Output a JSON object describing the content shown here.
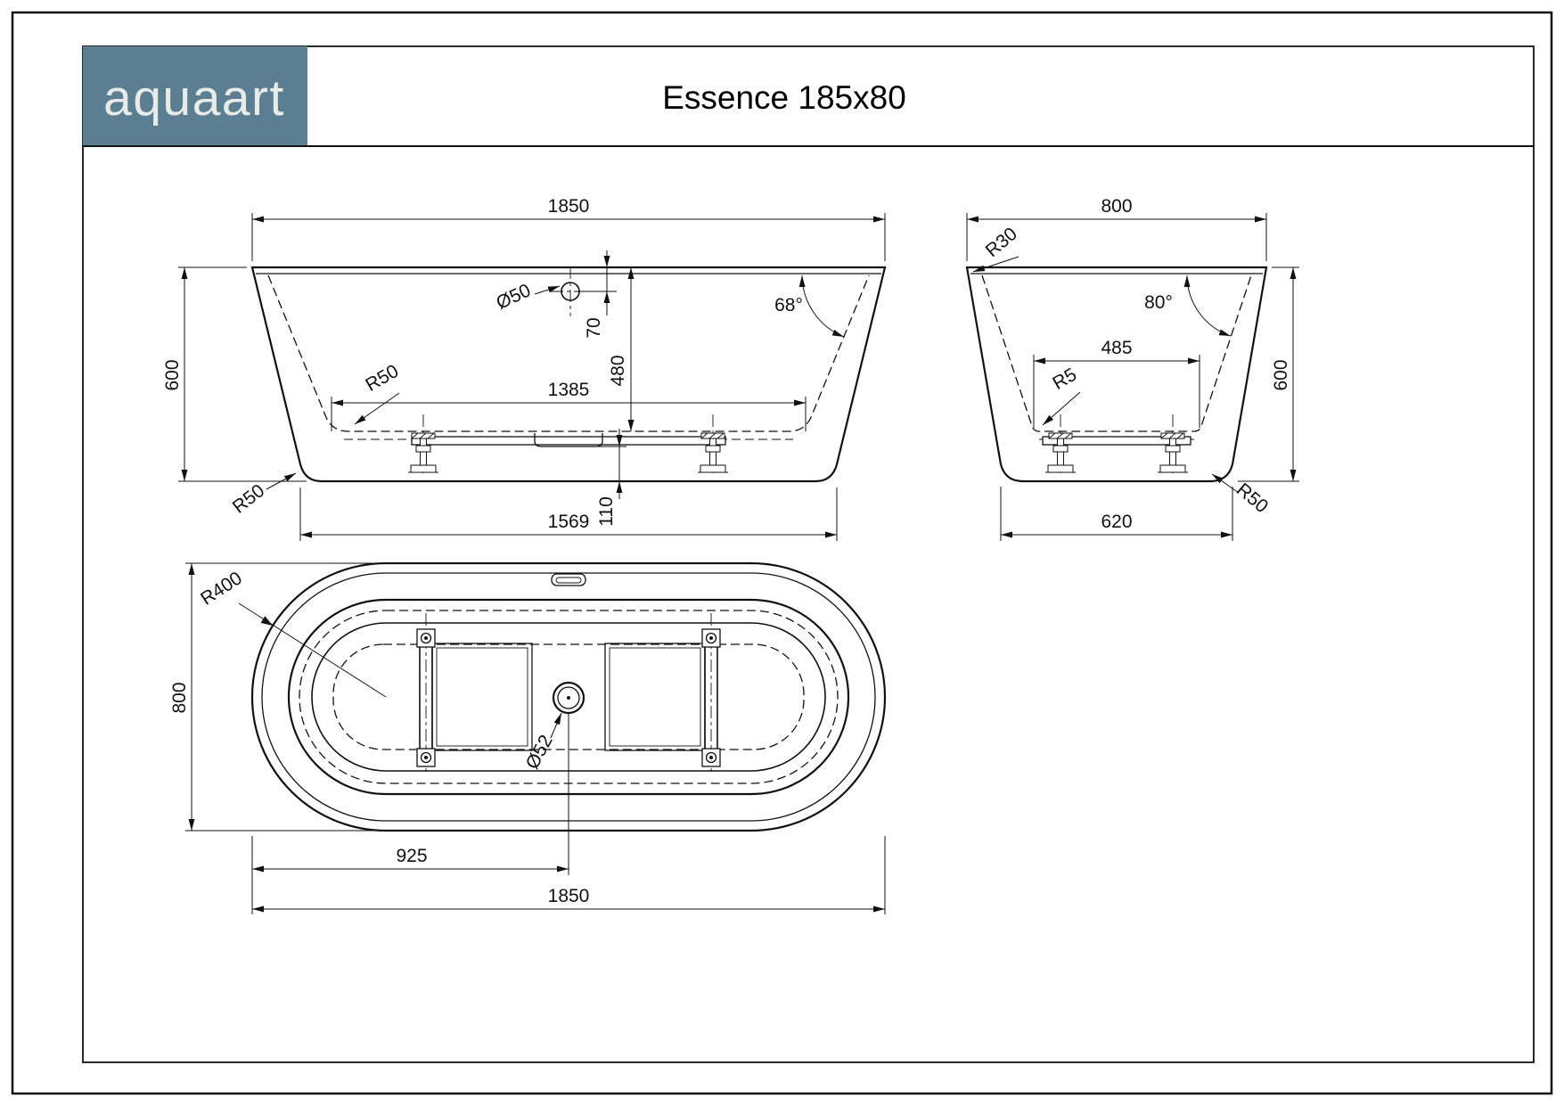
{
  "meta": {
    "line_color": "#111111",
    "logo_bg": "#5b7e93",
    "logo_fg": "#e9ebe8",
    "paper": "#ffffff"
  },
  "header": {
    "logo": "aquaart",
    "title": "Essence 185x80"
  },
  "front_view": {
    "width_top": "1850",
    "height_left": "600",
    "radius_outer_corner": "R50",
    "drain_diameter": "Ø50",
    "drain_depth": "70",
    "inner_depth": "480",
    "inner_bottom_width": "1385",
    "radius_inner_corner": "R50",
    "wall_angle": "68°",
    "base_height": "110",
    "width_bottom": "1569"
  },
  "side_view": {
    "width_top": "800",
    "radius_rim": "R30",
    "wall_angle": "80°",
    "inner_bottom_width": "485",
    "radius_inner_corner": "R5",
    "height_right": "600",
    "radius_outer_corner": "R50",
    "width_bottom": "620"
  },
  "top_view": {
    "radius_end": "R400",
    "width_overall": "800",
    "drain_diameter": "Ø52",
    "drain_offset": "925",
    "length_overall": "1850"
  }
}
